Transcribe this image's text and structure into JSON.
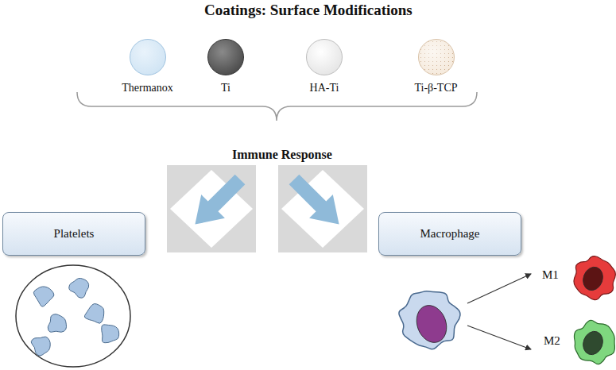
{
  "diagram": {
    "title": "Coatings: Surface Modifications",
    "nodes": [
      {
        "text": [
          "Thermanox"
        ]
      },
      {
        "text": [
          "Ti"
        ]
      },
      {
        "text": [
          "HA-Ti"
        ]
      },
      {
        "text": [
          "Ti-β-TCP"
        ]
      },
      {
        "text": [
          "Platelets"
        ]
      },
      {
        "text": [
          "Macrophage"
        ]
      }
    ],
    "labels": [
      "Immune Response",
      "M1",
      "M2"
    ]
  }
}
